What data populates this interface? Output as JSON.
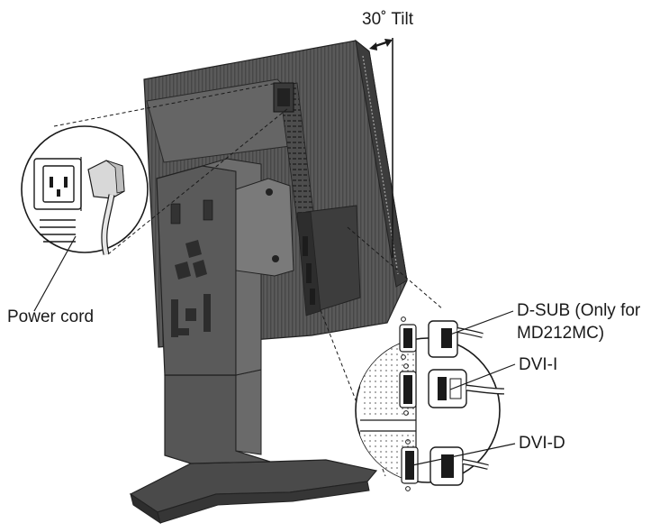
{
  "labels": {
    "tilt": "30˚ Tilt",
    "power_cord": "Power cord",
    "dsub_line1": "D-SUB (Only for",
    "dsub_line2": "MD212MC)",
    "dvi_i": "DVI-I",
    "dvi_d": "DVI-D"
  },
  "colors": {
    "line": "#1a1a1a",
    "panel_dark": "#4a4a4a",
    "panel_mid": "#6b6b6b",
    "stand": "#555555",
    "stand_dark": "#3a3a3a",
    "stand_light": "#777777"
  }
}
